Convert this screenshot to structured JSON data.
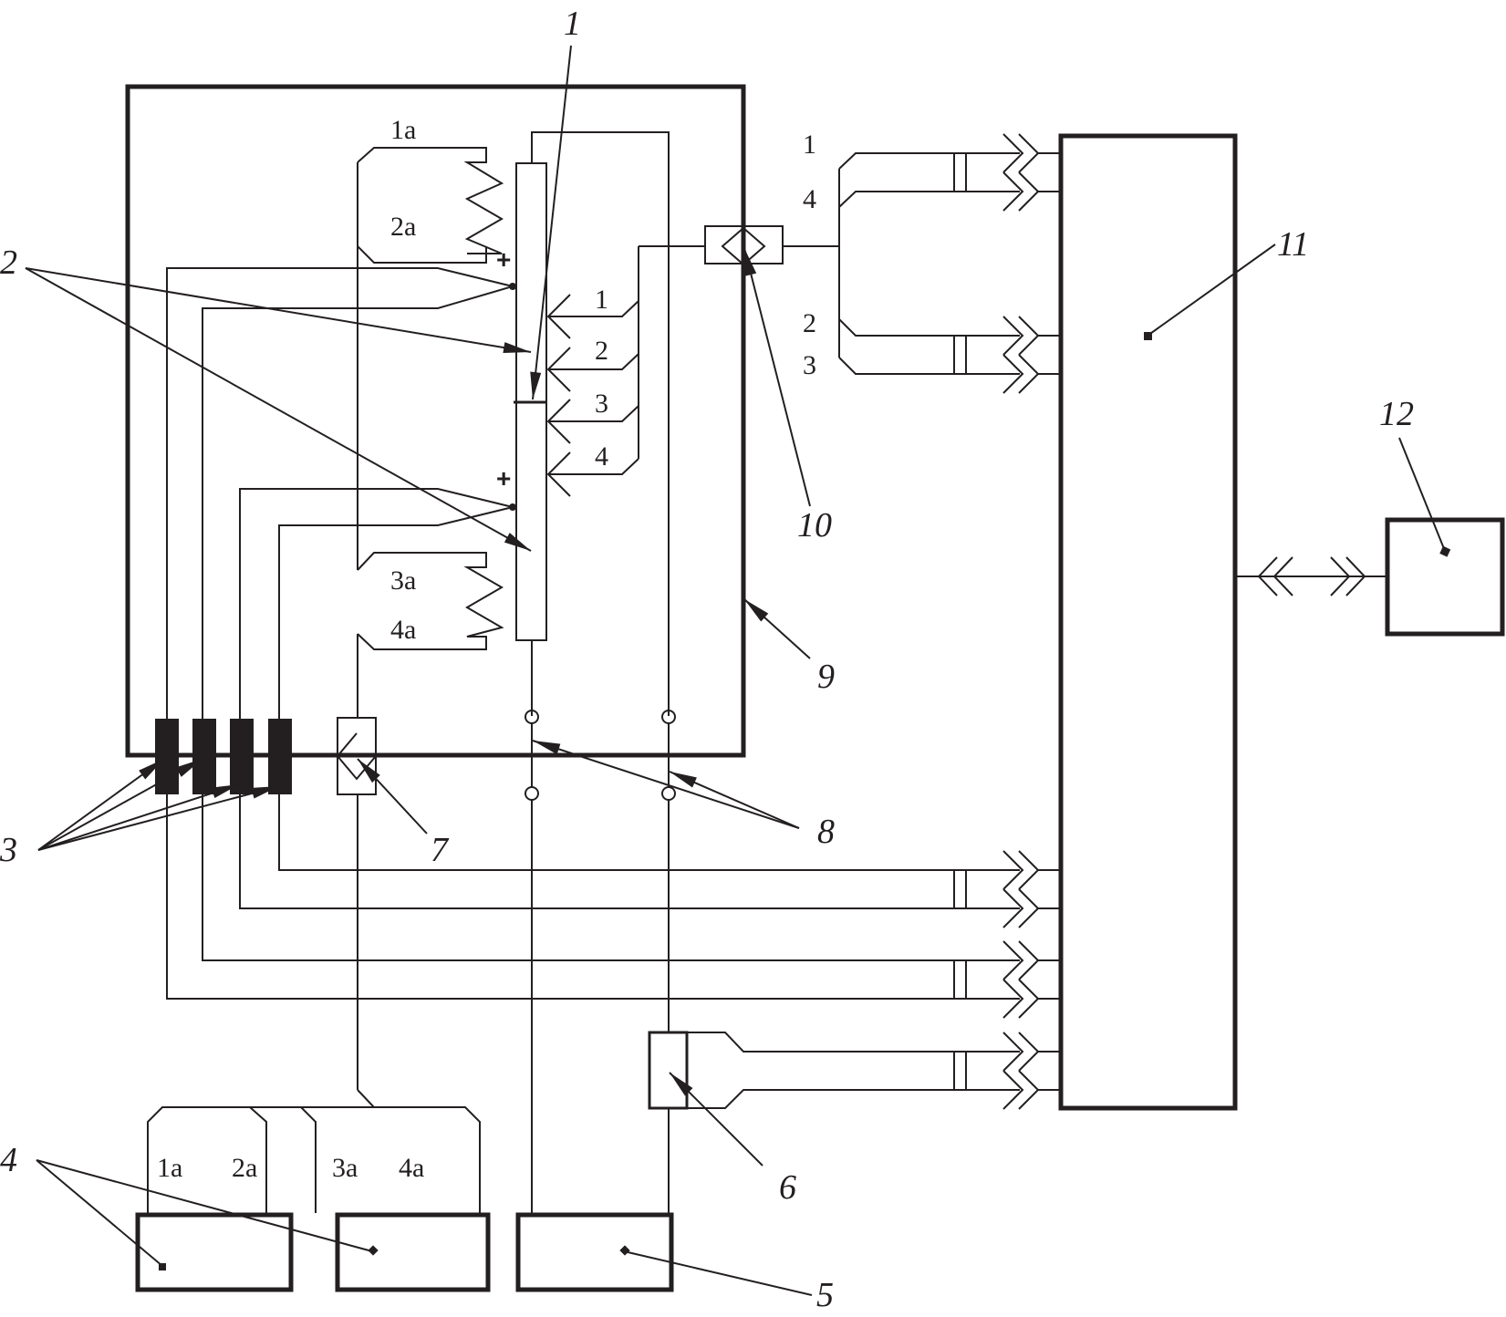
{
  "diagram": {
    "callouts": {
      "c1": "1",
      "c2": "2",
      "c3": "3",
      "c4": "4",
      "c5": "5",
      "c6": "6",
      "c7": "7",
      "c8": "8",
      "c9": "9",
      "c10": "10",
      "c11": "11",
      "c12": "12"
    },
    "coil_labels": {
      "top_start": "1a",
      "top_end": "2a",
      "bottom_start": "3a",
      "bottom_end": "4a"
    },
    "contact_labels": [
      "1",
      "2",
      "3",
      "4"
    ],
    "bundle_labels": {
      "upper_a": "1",
      "upper_b": "4",
      "lower_a": "2",
      "lower_b": "3"
    },
    "source_labels": [
      "1a",
      "2a",
      "3a",
      "4a"
    ],
    "polarity": {
      "upper": "+",
      "lower": "+"
    }
  }
}
